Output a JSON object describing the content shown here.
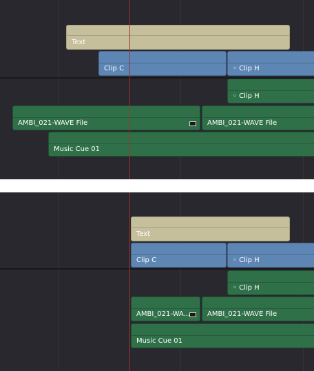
{
  "colors": {
    "background": "#28282e",
    "text_clip": "#c6bf9c",
    "video_clip": "#5e86b4",
    "audio_clip": "#2f7048",
    "playhead": "#a2302f"
  },
  "top": {
    "text_clip": "Text",
    "clip_c": "Clip C",
    "clip_h_video": "◦ Clip H",
    "clip_h_audio": "◦ Clip H",
    "ambi_left": "AMBI_021-WAVE File",
    "ambi_right": "AMBI_021-WAVE File",
    "music_cue": "Music Cue 01",
    "ambi_left_icon": "filmstrip-icon"
  },
  "bottom": {
    "text_clip": "Text",
    "clip_c": "Clip C",
    "clip_h_video": "◦ Clip H",
    "clip_h_audio": "◦ Clip H",
    "ambi_left": "AMBI_021-WA...",
    "ambi_right": "AMBI_021-WAVE File",
    "music_cue": "Music Cue 01",
    "ambi_left_icon": "filmstrip-icon"
  }
}
